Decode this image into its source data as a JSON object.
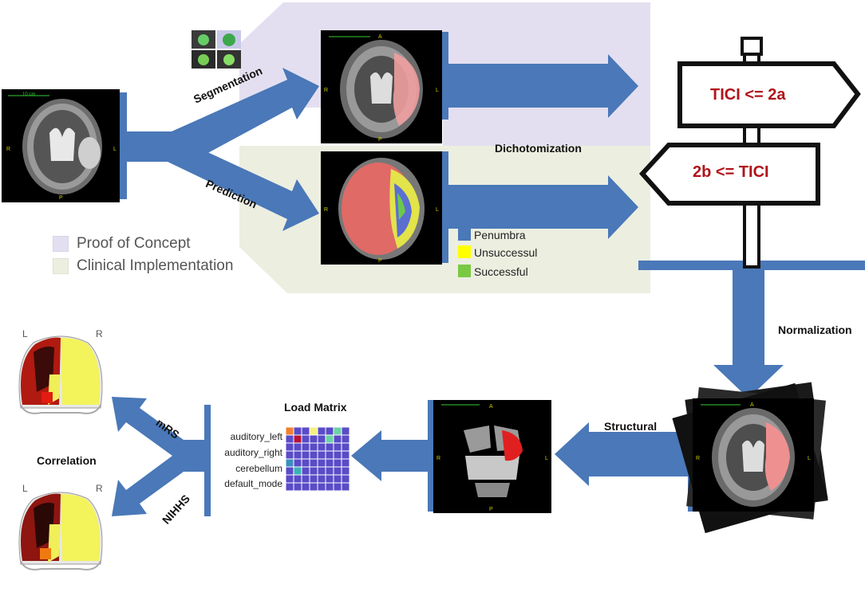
{
  "labels": {
    "segmentation": "Segmentation",
    "prediction": "Prediction",
    "dichotomization": "Dichotomization",
    "normalization": "Normalization",
    "structural": "Structural",
    "load_matrix": "Load Matrix",
    "correlation": "Correlation",
    "mrs": "mRS",
    "nihhs": "NIHHS"
  },
  "legend": {
    "proof_of_concept": "Proof of Concept",
    "clinical_implementation": "Clinical Implementation"
  },
  "prediction_legend": {
    "penumbra": "Penumbra",
    "unsuccessful": "Unsuccessul",
    "successful": "Successful"
  },
  "signs": {
    "top": "TICI <= 2a",
    "bottom": "2b <= TICI"
  },
  "matrix_rows": [
    "auditory_left",
    "auditory_right",
    "cerebellum",
    "default_mode"
  ],
  "brain_markers": {
    "a": "A",
    "p": "P",
    "r": "R",
    "l": "L",
    "scale": "10 cm"
  },
  "colors": {
    "arrow_blue": "#4a78b8",
    "proof_bg": "#e4dff0",
    "clinical_bg": "#eceee0",
    "sign_text": "#b0141b",
    "penumbra": "#4a78b8",
    "unsuccessful": "#ffff00",
    "successful": "#7ac943"
  }
}
